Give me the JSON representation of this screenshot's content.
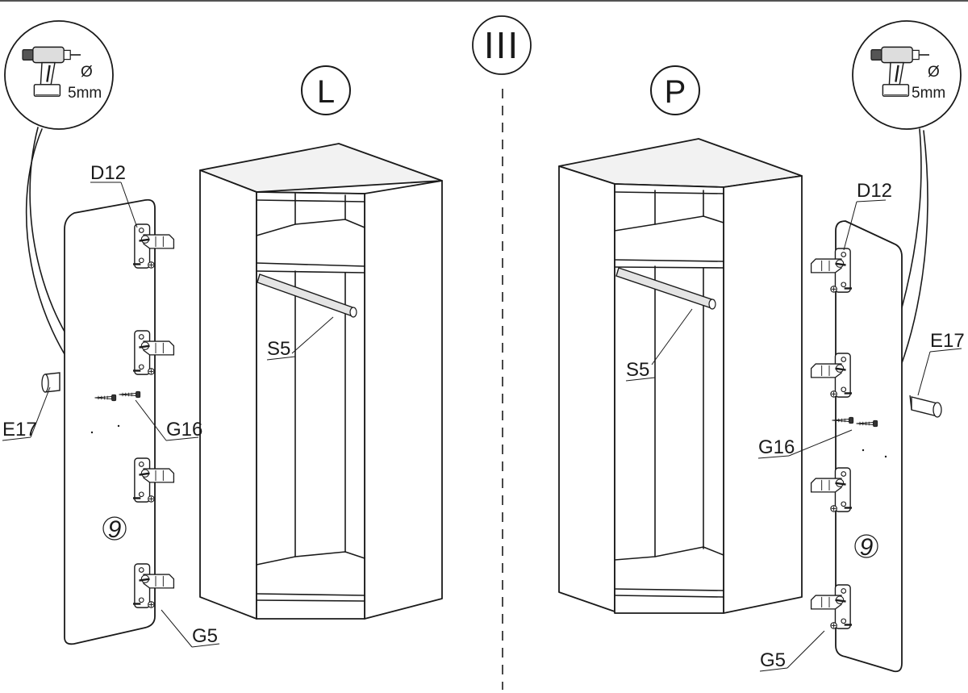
{
  "step": {
    "roman": "III"
  },
  "variants": [
    {
      "side": "left",
      "letter": "L"
    },
    {
      "side": "right",
      "letter": "P"
    }
  ],
  "tool": {
    "symbol": "Ø",
    "size": "5mm",
    "icon": "drill-icon"
  },
  "parts": {
    "hinge": "D12",
    "rail": "S5",
    "screw_small": "G16",
    "screw_hinge": "G5",
    "handle": "E17"
  },
  "door_number": "9"
}
